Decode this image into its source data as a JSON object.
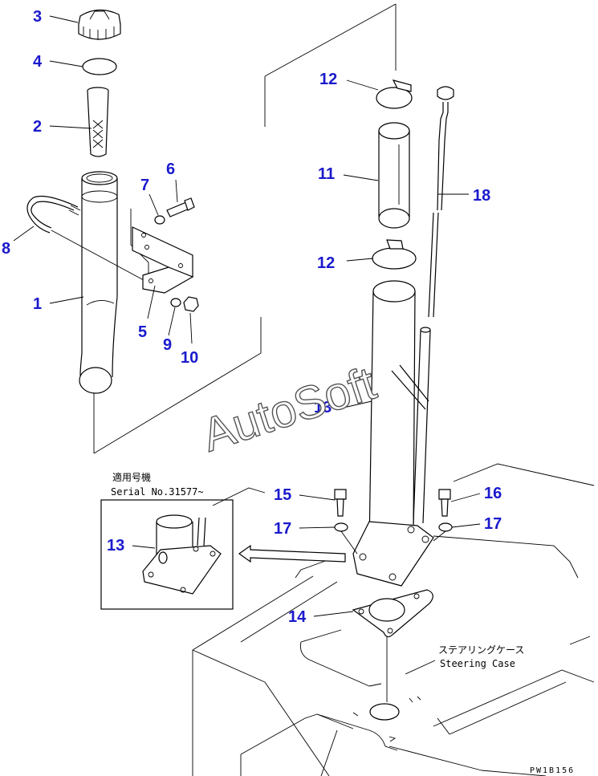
{
  "part_labels": [
    "1",
    "2",
    "3",
    "4",
    "5",
    "6",
    "7",
    "8",
    "9",
    "10",
    "11",
    "12",
    "12",
    "13",
    "13",
    "14",
    "15",
    "16",
    "17",
    "17",
    "18"
  ],
  "inset": {
    "line1": "適用号機",
    "line2": "Serial No.31577~"
  },
  "steering_case": {
    "jp": "ステアリングケース",
    "en": "Steering Case"
  },
  "watermark": "AutoSoft",
  "drawing_code": "PW1B156"
}
